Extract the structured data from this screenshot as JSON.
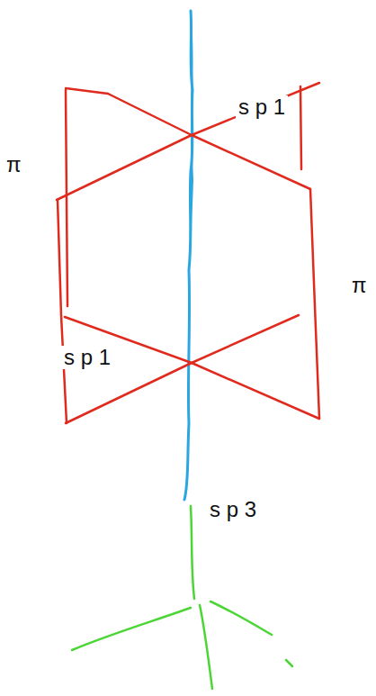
{
  "diagram": {
    "labels": [
      "s p 1",
      "π",
      "π",
      "s p 1",
      "s p 3"
    ]
  }
}
